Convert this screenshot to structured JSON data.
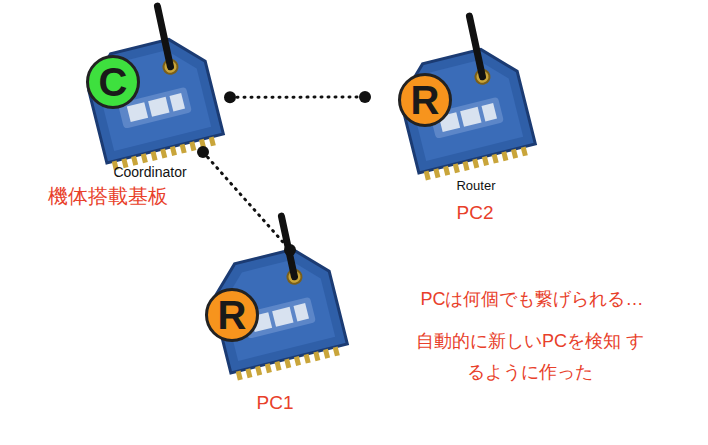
{
  "diagram": {
    "nodes": [
      {
        "text": [
          "C",
          "Coordinator",
          "機体搭載基板"
        ]
      },
      {
        "text": [
          "R",
          "Router",
          "PC2"
        ]
      },
      {
        "text": [
          "R",
          "PC1"
        ]
      }
    ],
    "edges": [
      {
        "from": 0,
        "to": 1,
        "arrow": "none"
      },
      {
        "from": 0,
        "to": 2,
        "arrow": "none"
      }
    ],
    "labels": [
      "PCは何個でも繋げられる…",
      "自動的に新しいPCを検知 するように作った"
    ]
  }
}
